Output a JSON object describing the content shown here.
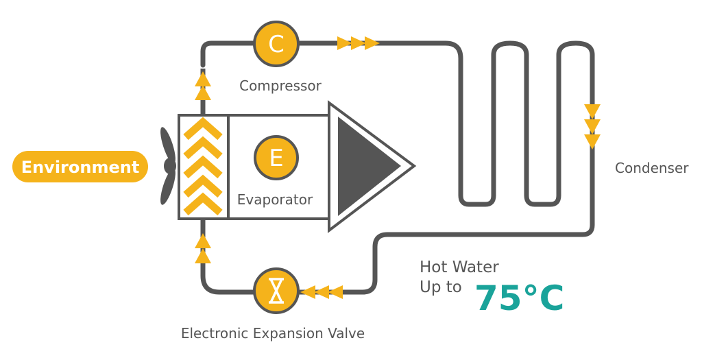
{
  "colors": {
    "pipe": "#555555",
    "accent": "#F5B31B",
    "temperature": "#1AA39A"
  },
  "environment": {
    "label": "Environment"
  },
  "compressor": {
    "symbol": "C",
    "label": "Compressor"
  },
  "evaporator": {
    "symbol": "E",
    "label": "Evaporator"
  },
  "condenser": {
    "label": "Condenser"
  },
  "expansion_valve": {
    "label": "Electronic Expansion Valve",
    "icon": "hourglass-icon"
  },
  "hot_water": {
    "line1": "Hot Water",
    "line2": "Up to",
    "temperature": "75°C"
  }
}
